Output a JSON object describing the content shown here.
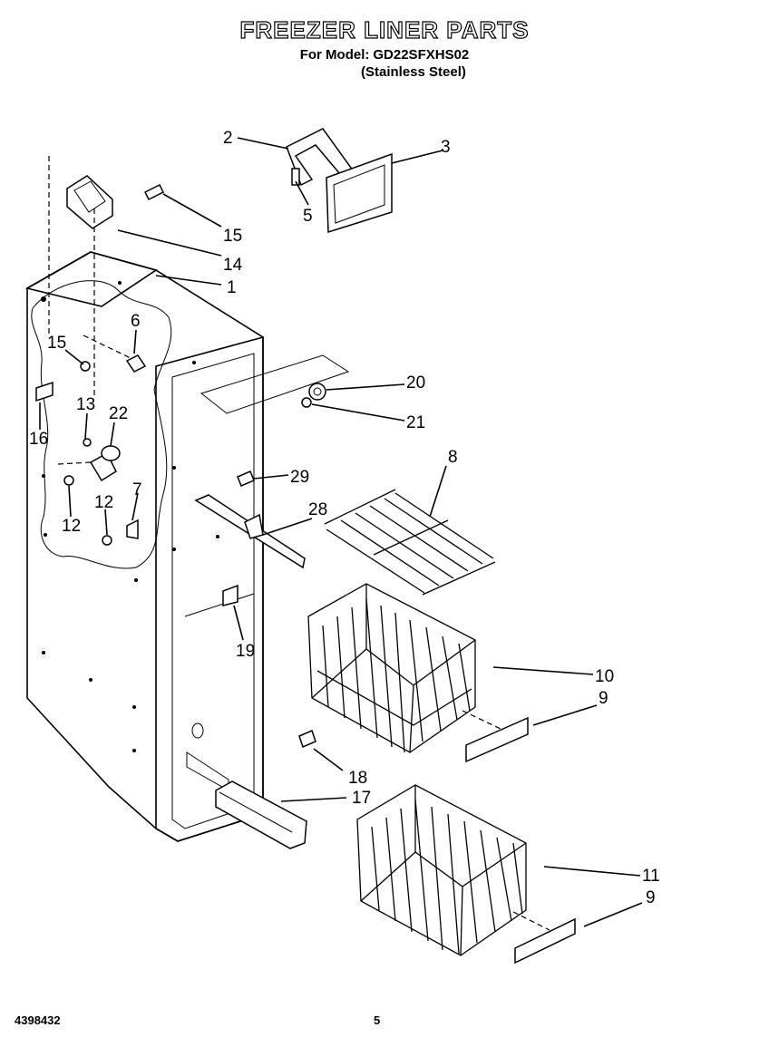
{
  "header": {
    "title": "FREEZER LINER PARTS",
    "model_label": "For Model:",
    "model": "GD22SFXHS02",
    "finish": "(Stainless Steel)"
  },
  "footer": {
    "doc_number": "4398432",
    "page_number": "5"
  },
  "callouts": [
    "1",
    "2",
    "3",
    "5",
    "6",
    "7",
    "8",
    "9",
    "9",
    "10",
    "11",
    "12",
    "12",
    "13",
    "14",
    "15",
    "15",
    "16",
    "17",
    "18",
    "19",
    "20",
    "21",
    "22",
    "28",
    "29"
  ]
}
